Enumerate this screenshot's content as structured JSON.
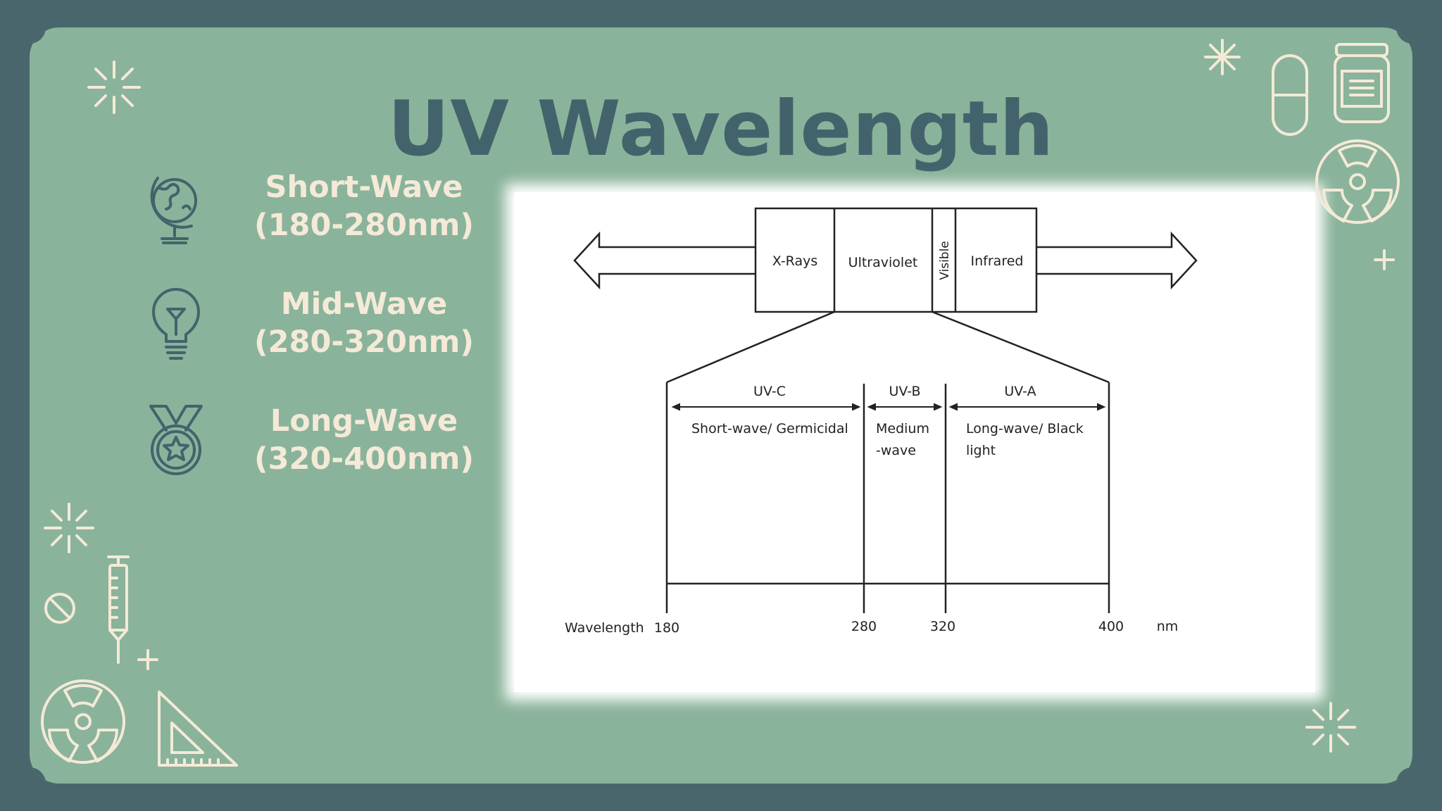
{
  "slide": {
    "title": "UV Wavelength",
    "colors": {
      "frame": "#49666d",
      "background": "#8ab39b",
      "title": "#43636c",
      "text": "#f4ead7",
      "icon": "#43636c",
      "decor": "#f4ead7"
    }
  },
  "wave_types": [
    {
      "name": "Short-Wave",
      "range": "(180-280nm)",
      "icon": "globe-icon"
    },
    {
      "name": "Mid-Wave",
      "range": "(280-320nm)",
      "icon": "lightbulb-icon"
    },
    {
      "name": "Long-Wave",
      "range": "(320-400nm)",
      "icon": "medal-icon"
    }
  ],
  "diagram": {
    "spectrum": {
      "x_rays": "X-Rays",
      "ultraviolet": "Ultraviolet",
      "visible": "Visible",
      "infrared": "Infrared"
    },
    "bands": [
      {
        "label": "UV-C",
        "desc_line1": "Short-wave/ Germicidal",
        "desc_line2": ""
      },
      {
        "label": "UV-B",
        "desc_line1": "Medium",
        "desc_line2": "-wave"
      },
      {
        "label": "UV-A",
        "desc_line1": "Long-wave/ Black",
        "desc_line2": "light"
      }
    ],
    "axis": {
      "label": "Wavelength",
      "unit": "nm",
      "ticks": [
        "180",
        "280",
        "320",
        "400"
      ]
    }
  },
  "decorations": [
    "sparkle-icon",
    "capsule-icon",
    "jar-icon",
    "radiation-icon",
    "plus-icon",
    "syringe-icon",
    "no-sign-icon",
    "set-square-icon"
  ]
}
